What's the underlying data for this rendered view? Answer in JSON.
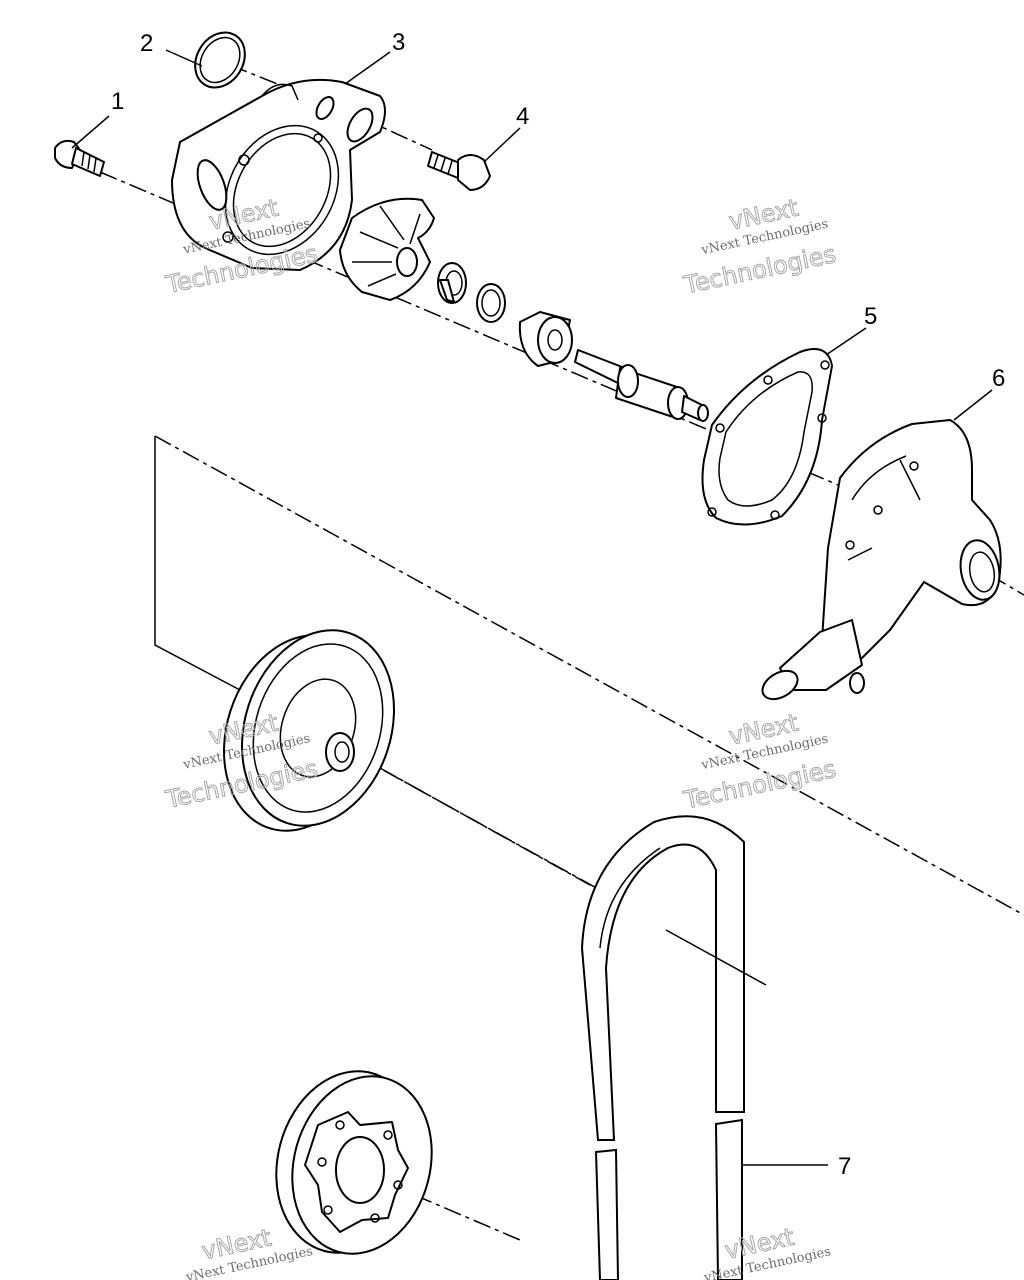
{
  "diagram": {
    "callouts": [
      "1",
      "2",
      "3",
      "4",
      "5",
      "6",
      "7"
    ],
    "watermark": {
      "line1": "vNext Technologies",
      "line2": "vNext",
      "line3": "Technologies"
    }
  }
}
